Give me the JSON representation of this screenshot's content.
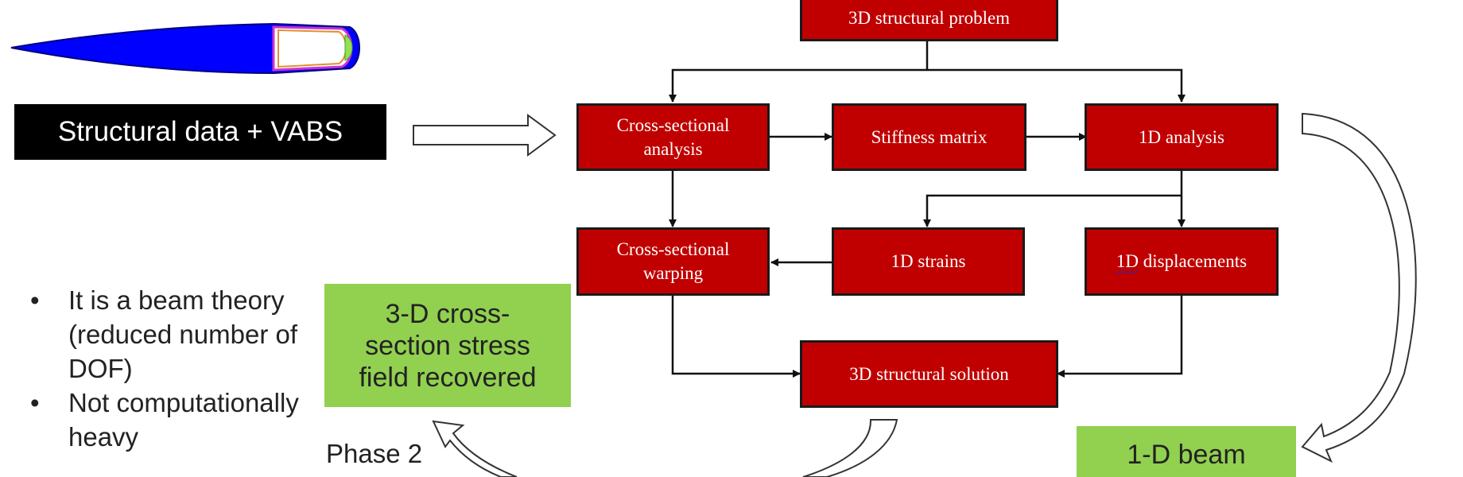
{
  "diagram": {
    "top_box": "3D structural problem",
    "cross_sectional_analysis": [
      "Cross-sectional",
      "analysis"
    ],
    "stiffness_matrix": "Stiffness matrix",
    "analysis_1d": "1D analysis",
    "cross_sectional_warping": [
      "Cross-sectional",
      "warping"
    ],
    "strains_1d": "1D strains",
    "displacements_1d_prefix": "1D",
    "displacements_1d_suffix": " displacements",
    "solution_3d": "3D structural solution"
  },
  "left_panel": {
    "structural_label": "Structural data + VABS",
    "bullets": [
      [
        "It is a beam theory",
        "(reduced number of",
        "DOF)"
      ],
      [
        "Not computationally",
        "heavy"
      ]
    ],
    "bullet_marker": "•",
    "phase_label": "Phase 2"
  },
  "green_boxes": {
    "stress_field": [
      "3-D cross-",
      "section stress",
      "field recovered"
    ],
    "beam": "1-D beam"
  },
  "colors": {
    "box_fill": "#c00000",
    "box_border": "#1a1a1a",
    "green": "#92d050",
    "airfoil_fill": "#0000ff",
    "dark_label": "#000000"
  }
}
